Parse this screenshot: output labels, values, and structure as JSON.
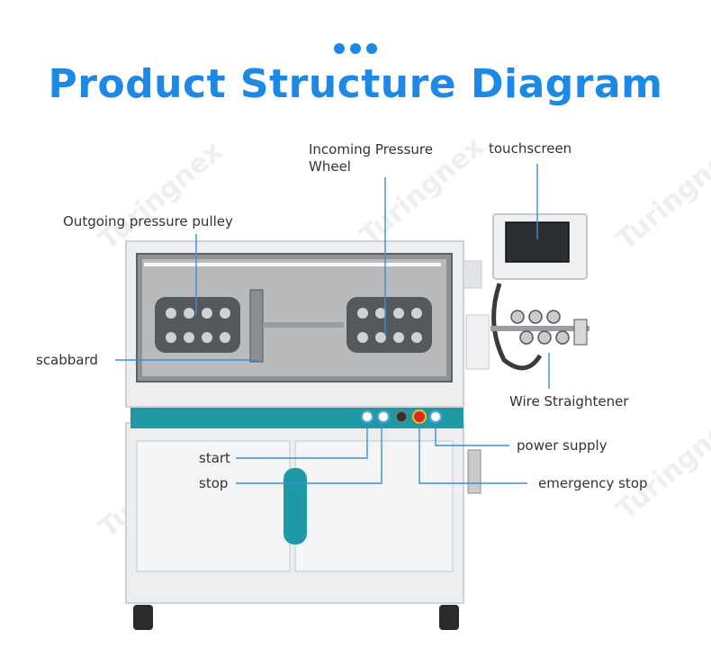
{
  "title": "Product Structure Diagram",
  "labels": {
    "incoming_line1": "Incoming Pressure",
    "incoming_line2": "Wheel",
    "touchscreen": "touchscreen",
    "outgoing": "Outgoing pressure pulley",
    "scabbard": "scabbard",
    "wire_straightener": "Wire Straightener",
    "power_supply": "power supply",
    "start": "start",
    "stop": "stop",
    "emergency_stop": "emergency stop"
  },
  "watermark": "Turingnex",
  "colors": {
    "accent": "#1e88e5",
    "teal": "#1f9aa5",
    "frame": "#e9eaec"
  }
}
